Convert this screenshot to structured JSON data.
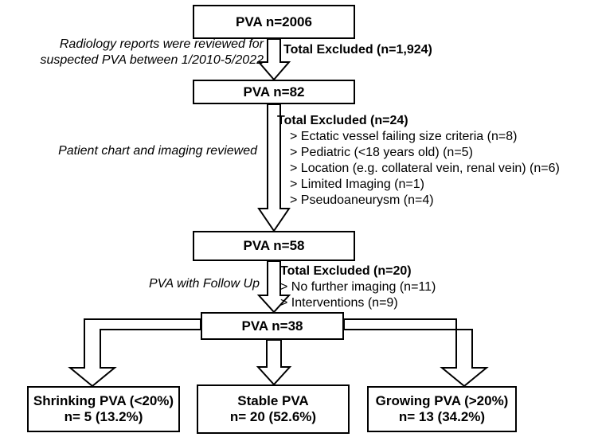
{
  "nodes": {
    "pva_2006": "PVA n=2006",
    "pva_82": "PVA n=82",
    "pva_58": "PVA n=58",
    "pva_38": "PVA n=38",
    "shrinking": {
      "line1": "Shrinking PVA (<20%)",
      "line2": "n= 5 (13.2%)"
    },
    "stable": {
      "line1": "Stable PVA",
      "line2": "n= 20 (52.6%)"
    },
    "growing": {
      "line1": "Growing PVA (>20%)",
      "line2": "n= 13 (34.2%)"
    }
  },
  "notes": {
    "step1_line1": "Radiology reports were reviewed for",
    "step1_line2": "suspected PVA between 1/2010-5/2022",
    "step2": "Patient chart and imaging reviewed",
    "step3": "PVA with Follow Up"
  },
  "exclusions": {
    "first": {
      "title": "Total Excluded (n=1,924)"
    },
    "second": {
      "title": "Total Excluded (n=24)",
      "items": [
        "> Ectatic vessel failing size criteria (n=8)",
        "> Pediatric (<18 years old) (n=5)",
        "> Location (e.g. collateral vein, renal vein) (n=6)",
        "> Limited Imaging (n=1)",
        "> Pseudoaneurysm (n=4)"
      ]
    },
    "third": {
      "title": "Total Excluded (n=20)",
      "items": [
        "> No further imaging (n=11)",
        "> Interventions (n=9)"
      ]
    }
  }
}
